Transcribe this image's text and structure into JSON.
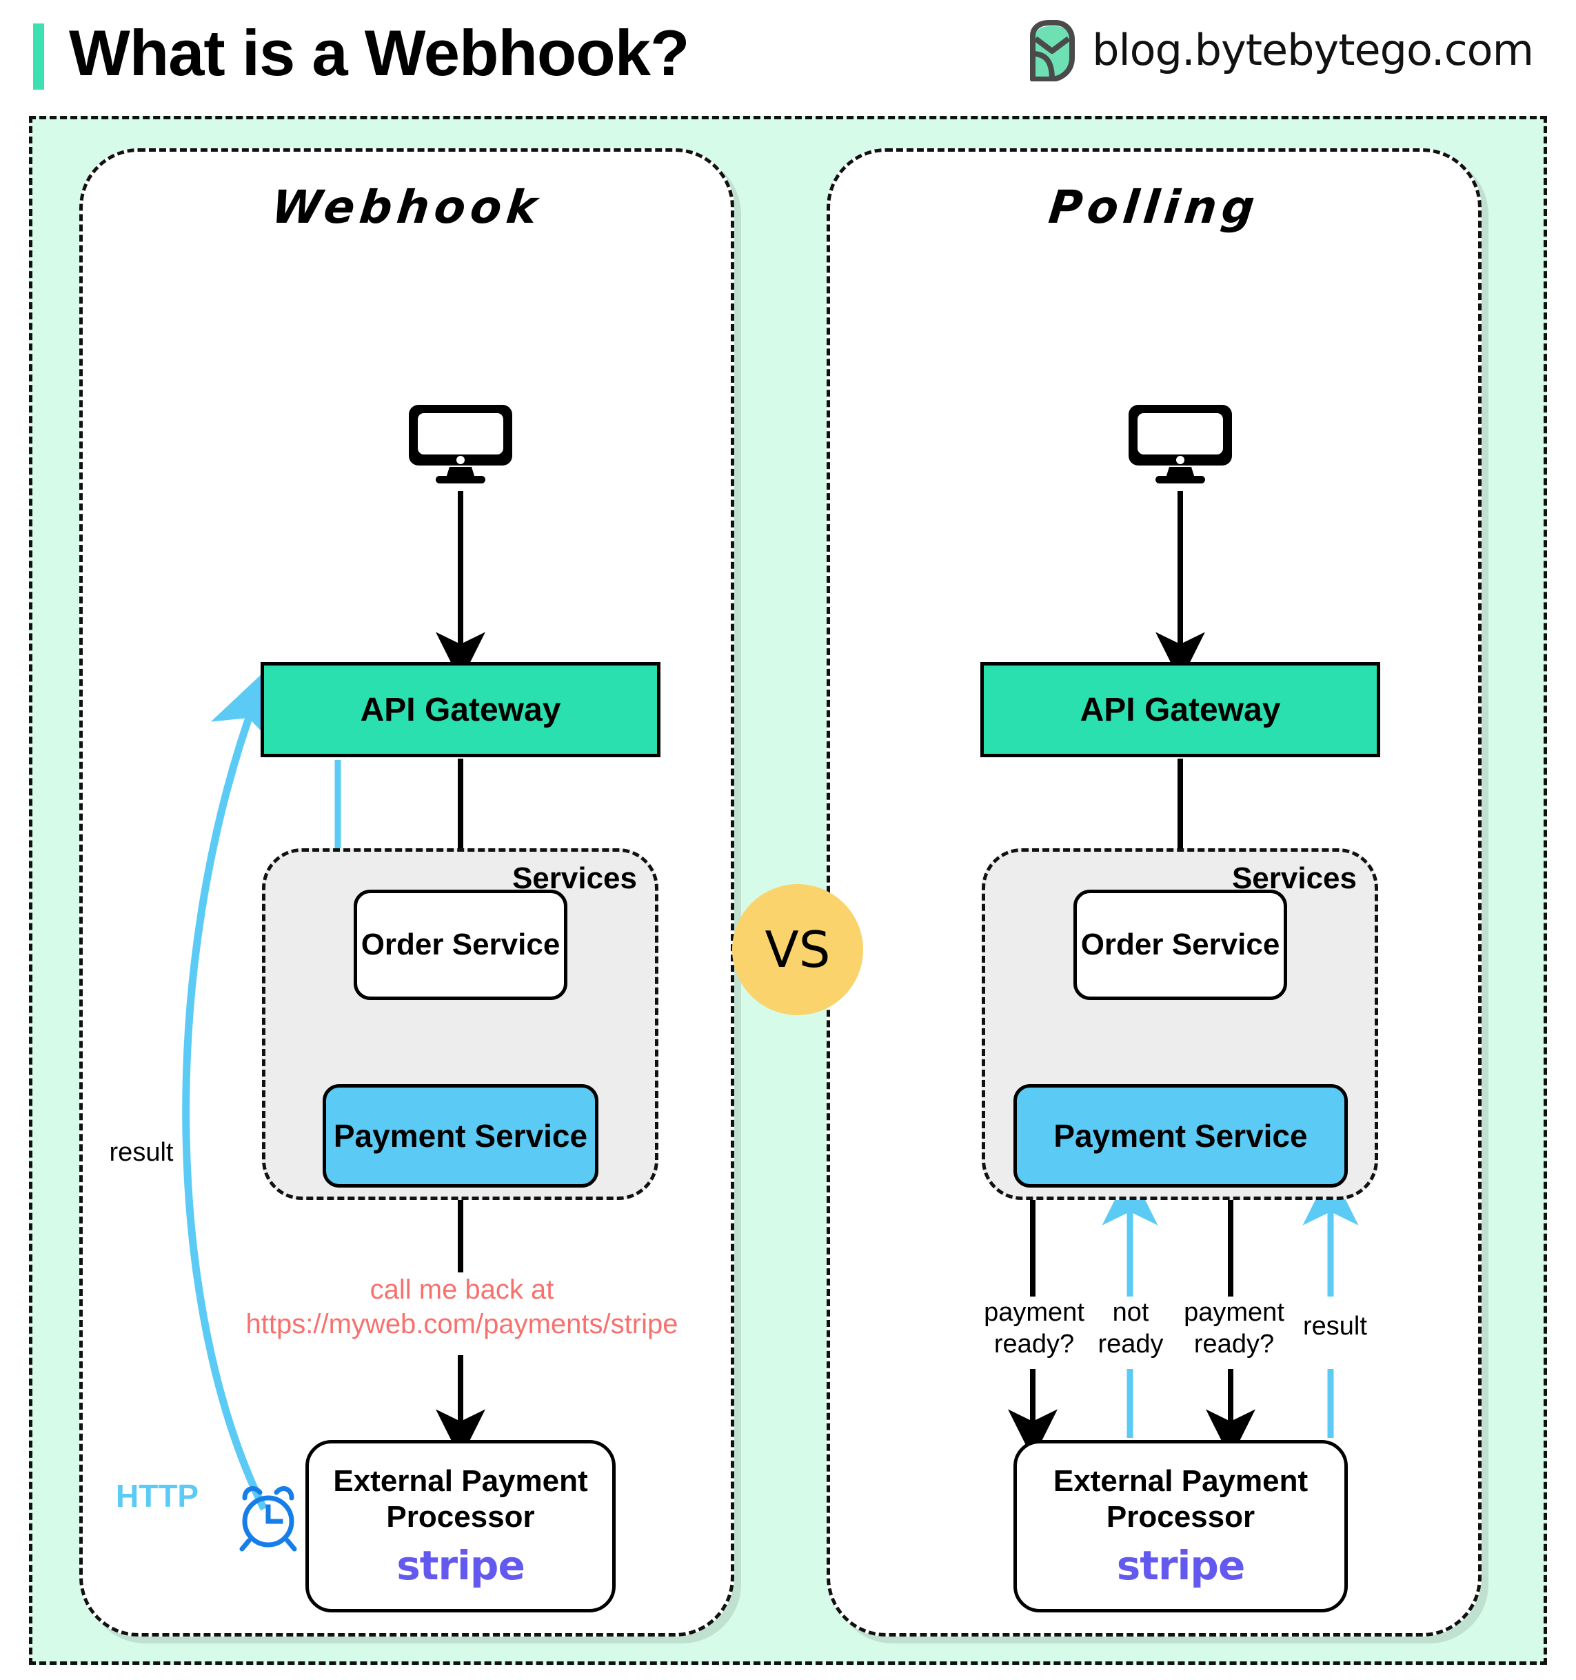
{
  "header": {
    "title": "What is a Webhook?",
    "brand_url": "blog.bytebytego.com",
    "logo_icon": "bytebytego-logo-icon",
    "accent_color": "#3DE0B0"
  },
  "colors": {
    "stage_background": "#D6FBE8",
    "gateway_green": "#2AE0AE",
    "payment_blue": "#5BCBF5",
    "services_gray": "#EDEDED",
    "vs_yellow": "#FBD36C",
    "callback_red": "#F8706E",
    "http_blue": "#5BCBF5",
    "clock_blue": "#157EE8",
    "stripe_purple": "#6459EF",
    "arrow_black": "#000000"
  },
  "comparison": {
    "vs_label": "VS"
  },
  "panels": [
    {
      "id": "webhook",
      "title": "Webhook",
      "client_icon": "desktop-monitor-icon",
      "gateway_label": "API Gateway",
      "services_label": "Services",
      "order_service_label": "Order\nService",
      "payment_service_label": "Payment Service",
      "processor_title": "External\nPayment Processor",
      "processor_brand": "stripe",
      "callback_note": "call me back at\nhttps://myweb.com/payments/stripe",
      "result_label": "result",
      "http_label": "HTTP",
      "clock_icon": "alarm-clock-icon"
    },
    {
      "id": "polling",
      "title": "Polling",
      "client_icon": "desktop-monitor-icon",
      "gateway_label": "API Gateway",
      "services_label": "Services",
      "order_service_label": "Order\nService",
      "payment_service_label": "Payment Service",
      "processor_title": "External\nPayment Processor",
      "processor_brand": "stripe",
      "poll_labels": [
        "payment\nready?",
        "not\nready",
        "payment\nready?",
        "result"
      ]
    }
  ]
}
